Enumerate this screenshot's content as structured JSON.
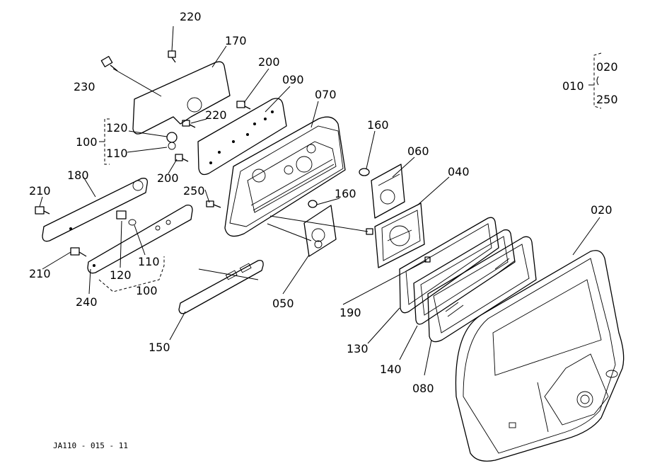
{
  "labels": {
    "p220a": "220",
    "p170": "170",
    "p230": "230",
    "p200a": "200",
    "p090": "090",
    "p070": "070",
    "p220b": "220",
    "p120a": "120",
    "p100a": "100",
    "p110a": "110",
    "p200b": "200",
    "p160a": "160",
    "p060": "060",
    "p250": "250",
    "p040": "040",
    "p180": "180",
    "p210a": "210",
    "p160b": "160",
    "p210b": "210",
    "p120b": "120",
    "p110b": "110",
    "p100b": "100",
    "p240": "240",
    "p050": "050",
    "p190": "190",
    "p150": "150",
    "p130": "130",
    "p140": "140",
    "p080": "080",
    "p020": "020",
    "g010": "010",
    "g020": "020",
    "g250": "250"
  },
  "drawing_code": "JA110 - 015 - 11"
}
